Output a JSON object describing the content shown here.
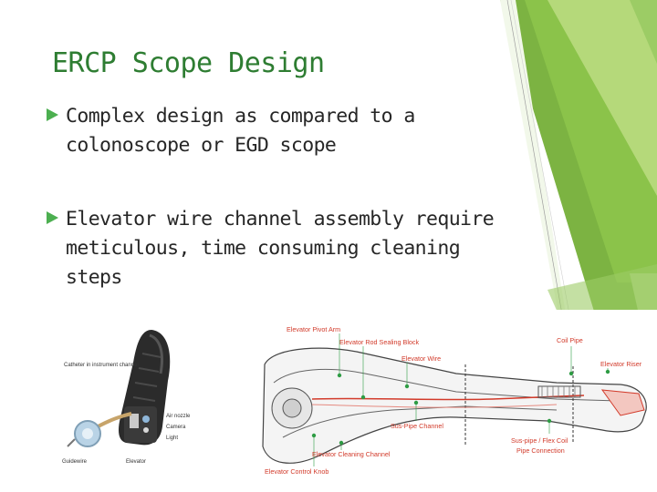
{
  "slide": {
    "title": "ERCP Scope Design",
    "bullets": [
      {
        "text": "Complex design as compared to a colonoscope or EGD scope"
      },
      {
        "text": "Elevator wire channel assembly require meticulous, time consuming cleaning steps"
      }
    ]
  },
  "photo": {
    "labels": {
      "catheter": "Catheter in instrument channel",
      "air": "Air nozzle",
      "camera": "Camera",
      "light": "Light",
      "guidewire": "Guidewire",
      "elevator": "Elevator"
    }
  },
  "diagram": {
    "labels": {
      "pivot_arm": "Elevator Pivot Arm",
      "rod_sealing": "Elevator Rod Sealing Block",
      "wire": "Elevator Wire",
      "coil_pipe": "Coil Pipe",
      "riser": "Elevator Riser",
      "sus_pipe_channel": "Sus-Pipe Channel",
      "cleaning_channel": "Elevator Cleaning Channel",
      "control_knob": "Elevator Control Knob",
      "connection_line1": "Sus-pipe / Flex Coil",
      "connection_line2": "Pipe Connection"
    }
  },
  "colors": {
    "title": "#2e7d32",
    "accent": "#4caf50",
    "accent_light": "#8bc34a",
    "label_red": "#d23a2a"
  }
}
